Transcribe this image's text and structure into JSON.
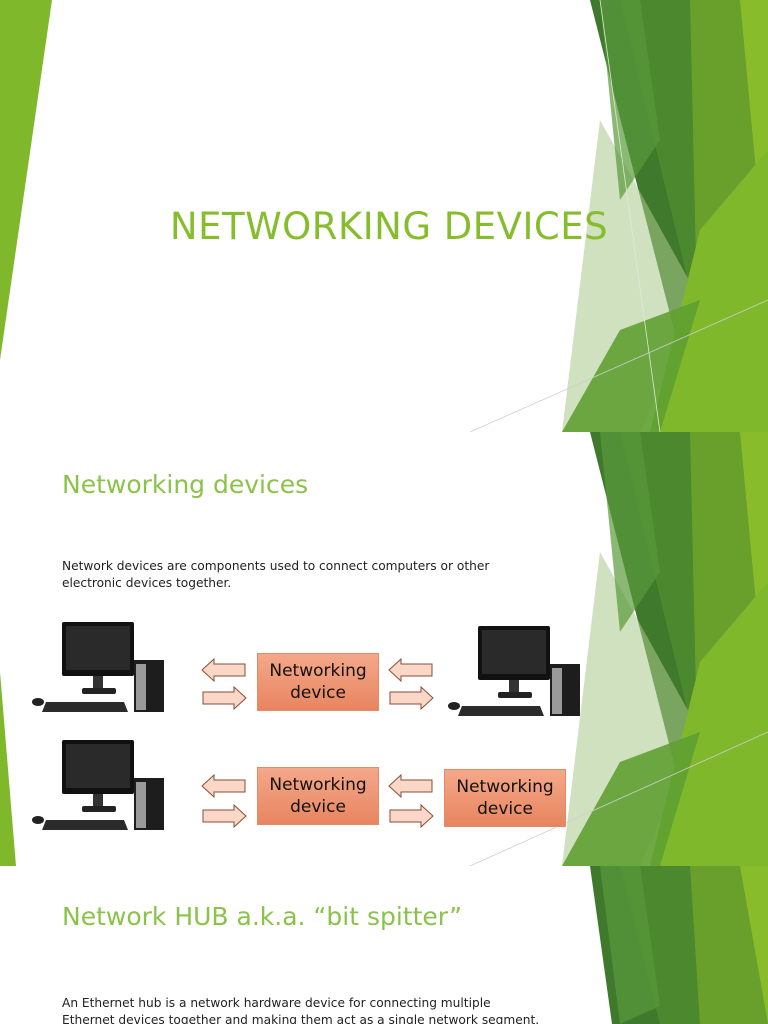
{
  "slides": [
    {
      "title": "NETWORKING DEVICES"
    },
    {
      "title": "Networking devices",
      "description": "Network devices are components used to connect computers or other electronic devices together.",
      "diagram": {
        "box_label": "Networking\ndevice"
      }
    },
    {
      "title": "Network HUB a.k.a. “bit spitter”",
      "description": "An Ethernet hub is a network hardware device for connecting multiple Ethernet devices together and making them act as a single network segment."
    }
  ],
  "colors": {
    "title_green": "#86bd2d",
    "box_fill": "#f0997a",
    "arrow_fill": "#fbd7c8",
    "arrow_stroke": "#8a4b3a",
    "deco_dark": "#3e7a2a",
    "deco_light": "#8cbf2a"
  },
  "icons": [
    "desktop-computer-icon",
    "arrow-left-icon",
    "arrow-right-icon"
  ]
}
